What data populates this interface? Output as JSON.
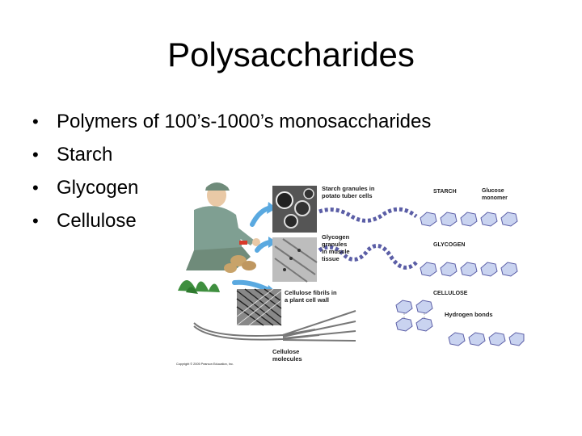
{
  "slide": {
    "title": "Polysaccharides",
    "bullets": [
      "Polymers of 100’s-1000’s monosaccharides",
      "Starch",
      "Glycogen",
      "Cellulose"
    ]
  },
  "figure": {
    "labels": {
      "starch_granules": [
        "Starch granules in",
        "potato tuber cells"
      ],
      "glycogen_granules": [
        "Glycogen",
        "granules",
        "in muscle",
        "tissue"
      ],
      "cellulose_fibrils": [
        "Cellulose fibrils in",
        "a plant cell wall"
      ],
      "cellulose_molecules": [
        "Cellulose",
        "molecules"
      ],
      "starch": "STARCH",
      "glucose_monomer": [
        "Glucose",
        "monomer"
      ],
      "glycogen": "GLYCOGEN",
      "cellulose": "CELLULOSE",
      "hydrogen_bonds": "Hydrogen bonds",
      "copyright": "Copyright © 2005 Pearson Education, Inc."
    },
    "colors": {
      "chain_purple": "#5b5ea6",
      "ring_blue": "#c9d3f0",
      "ring_yellow": "#f2d55a",
      "shirt": "#7f9f92",
      "pants": "#6f8b7a",
      "arrow_blue": "#5aa9e0"
    }
  }
}
